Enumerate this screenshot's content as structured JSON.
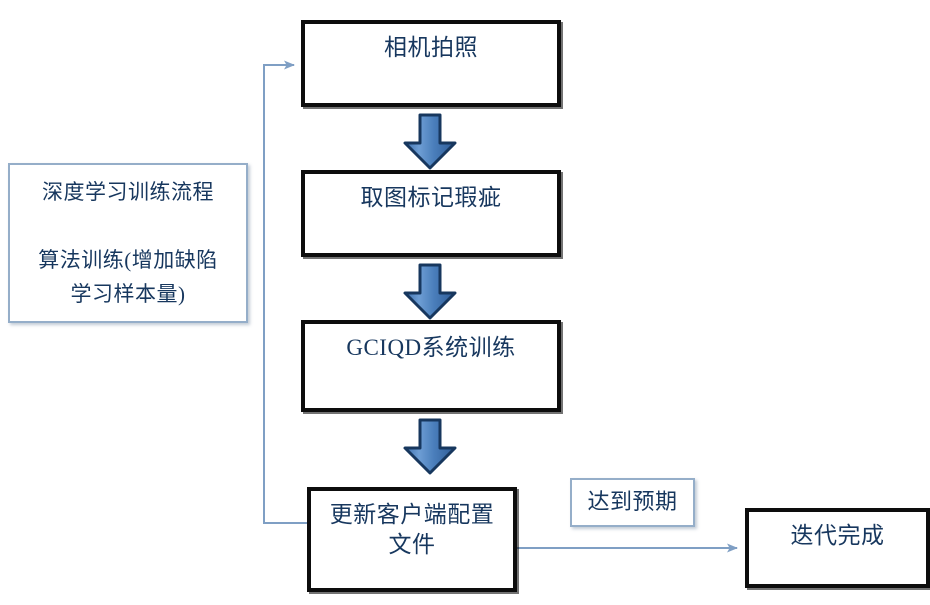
{
  "diagram": {
    "title_hidden": "",
    "colors": {
      "text": "#17375e",
      "process_border": "#0d0d0d",
      "note_border": "#95aec9",
      "arrow_fill": "#4a7ebb",
      "arrow_stroke": "#17375e",
      "connector": "#7f9fc4",
      "background": "#ffffff"
    },
    "nodes": {
      "training_info": {
        "label": "深度学习训练流程\n\n算法训练(增加缺陷\n学习样本量)",
        "shape": "note"
      },
      "camera": {
        "label": "相机拍照",
        "shape": "process"
      },
      "mark": {
        "label": "取图标记瑕疵",
        "shape": "process"
      },
      "train": {
        "label": "GCIQD系统训练",
        "shape": "process"
      },
      "update": {
        "label": "更新客户端配置\n文件",
        "shape": "process"
      },
      "expect": {
        "label": "达到预期",
        "shape": "note"
      },
      "done": {
        "label": "迭代完成",
        "shape": "process"
      }
    },
    "edges": [
      {
        "from": "camera",
        "to": "mark",
        "style": "block-arrow",
        "direction": "down",
        "label": ""
      },
      {
        "from": "mark",
        "to": "train",
        "style": "block-arrow",
        "direction": "down",
        "label": ""
      },
      {
        "from": "train",
        "to": "update",
        "style": "block-arrow",
        "direction": "down",
        "label": ""
      },
      {
        "from": "update",
        "to": "done",
        "style": "thin-arrow",
        "direction": "right",
        "label": "达到预期"
      },
      {
        "from": "update",
        "to": "camera",
        "style": "thin-arrow",
        "direction": "feedback-left-up",
        "label": ""
      }
    ]
  }
}
